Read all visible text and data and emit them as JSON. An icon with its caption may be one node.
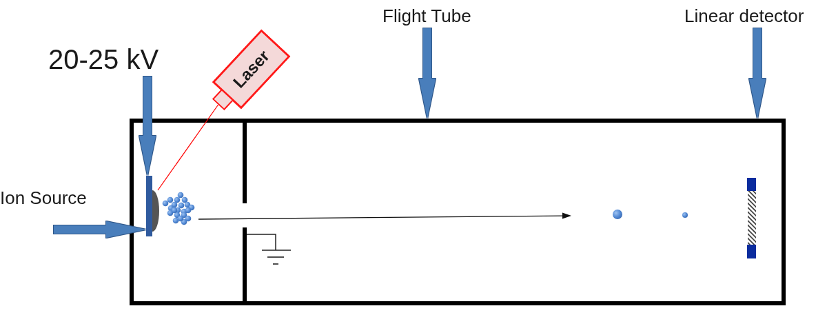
{
  "diagram": {
    "nodes": [
      {
        "text": [
          "20-25 kV"
        ]
      },
      {
        "text": [
          "Laser"
        ]
      },
      {
        "text": [
          "Flight Tube"
        ]
      },
      {
        "text": [
          "Linear detector"
        ]
      },
      {
        "text": [
          "Ion Source"
        ]
      },
      {
        "text": [],
        "shape": "box"
      },
      {
        "text": [],
        "shape": "bar",
        "in": 5
      },
      {
        "text": [],
        "shape": "circle",
        "in": 5
      }
    ],
    "edges": [
      {
        "from": 0,
        "to": 6,
        "arrow": "to",
        "style": "thick"
      },
      {
        "from": 1,
        "to": 7,
        "arrow": "none",
        "color": "#ff0000"
      },
      {
        "from": 2,
        "to": 5,
        "arrow": "to",
        "style": "thick"
      },
      {
        "from": 3,
        "to": 5,
        "arrow": "to",
        "style": "thick"
      },
      {
        "from": 4,
        "to": 6,
        "arrow": "to",
        "style": "thick"
      }
    ]
  }
}
